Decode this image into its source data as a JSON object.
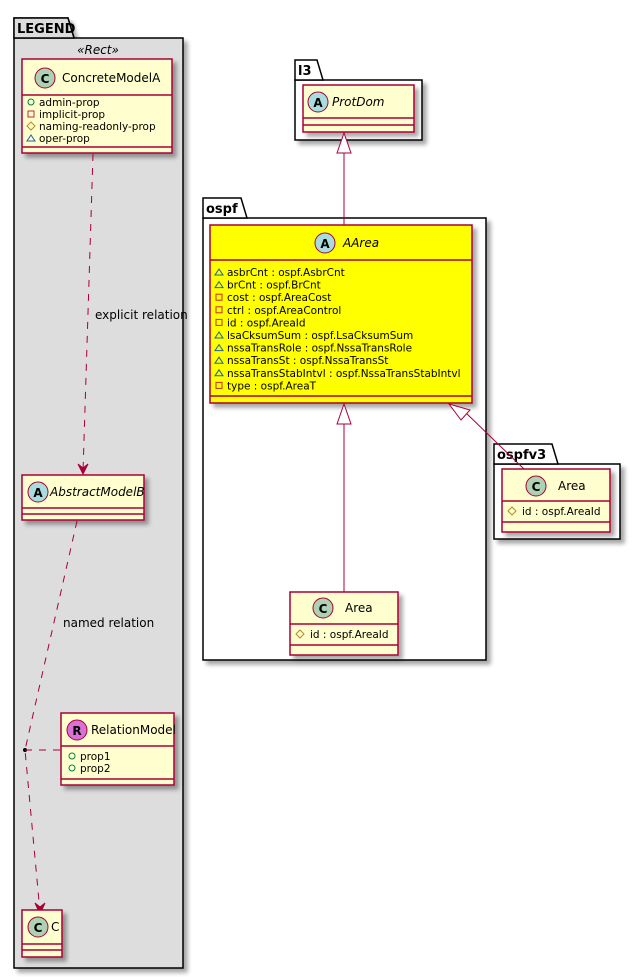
{
  "colors": {
    "class_fill": "#FEFECE",
    "class_border": "#A80036",
    "highlight_fill": "#FFFF00",
    "legend_fill": "#DDDDDD",
    "package_fill": "#FFFFFF",
    "abstract_badge": "#A9DCDF",
    "class_badge": "#ADD1B2",
    "relation_badge": "#DA70D6",
    "visibility_public": "#038048",
    "visibility_private": "#C82930",
    "visibility_protected": "#B38D22",
    "visibility_package": "#1963A0"
  },
  "legend": {
    "title": "LEGEND",
    "stereotype": "«Rect»",
    "concrete": {
      "badge": "C",
      "name": "ConcreteModelA",
      "attributes": [
        {
          "visibility": "public",
          "text": "admin-prop"
        },
        {
          "visibility": "private",
          "text": "implicit-prop"
        },
        {
          "visibility": "protected",
          "text": "naming-readonly-prop"
        },
        {
          "visibility": "package",
          "text": "oper-prop"
        }
      ]
    },
    "explicit_relation_label": "explicit relation",
    "abstract": {
      "badge": "A",
      "name": "AbstractModelB"
    },
    "named_relation_label": "named relation",
    "relation_model": {
      "badge": "R",
      "name": "RelationModel",
      "attributes": [
        {
          "visibility": "public",
          "text": "prop1"
        },
        {
          "visibility": "public",
          "text": "prop2"
        }
      ]
    },
    "target": {
      "badge": "C",
      "name": "C"
    }
  },
  "packages": {
    "l3": {
      "title": "l3",
      "protdom": {
        "badge": "A",
        "name": "ProtDom"
      }
    },
    "ospf": {
      "title": "ospf",
      "aarea": {
        "badge": "A",
        "name": "AArea",
        "attributes": [
          {
            "visibility": "package",
            "text": "asbrCnt : ospf.AsbrCnt"
          },
          {
            "visibility": "package",
            "text": "brCnt : ospf.BrCnt"
          },
          {
            "visibility": "private",
            "text": "cost : ospf.AreaCost"
          },
          {
            "visibility": "private",
            "text": "ctrl : ospf.AreaControl"
          },
          {
            "visibility": "private",
            "text": "id : ospf.AreaId"
          },
          {
            "visibility": "package",
            "text": "lsaCksumSum : ospf.LsaCksumSum"
          },
          {
            "visibility": "package",
            "text": "nssaTransRole : ospf.NssaTransRole"
          },
          {
            "visibility": "package",
            "text": "nssaTransSt : ospf.NssaTransSt"
          },
          {
            "visibility": "package",
            "text": "nssaTransStabIntvl : ospf.NssaTransStabIntvl"
          },
          {
            "visibility": "private",
            "text": "type : ospf.AreaT"
          }
        ]
      },
      "area": {
        "badge": "C",
        "name": "Area",
        "attributes": [
          {
            "visibility": "protected",
            "text": "id : ospf.AreaId"
          }
        ]
      }
    },
    "ospfv3": {
      "title": "ospfv3",
      "area": {
        "badge": "C",
        "name": "Area",
        "attributes": [
          {
            "visibility": "protected",
            "text": "id : ospf.AreaId"
          }
        ]
      }
    }
  }
}
